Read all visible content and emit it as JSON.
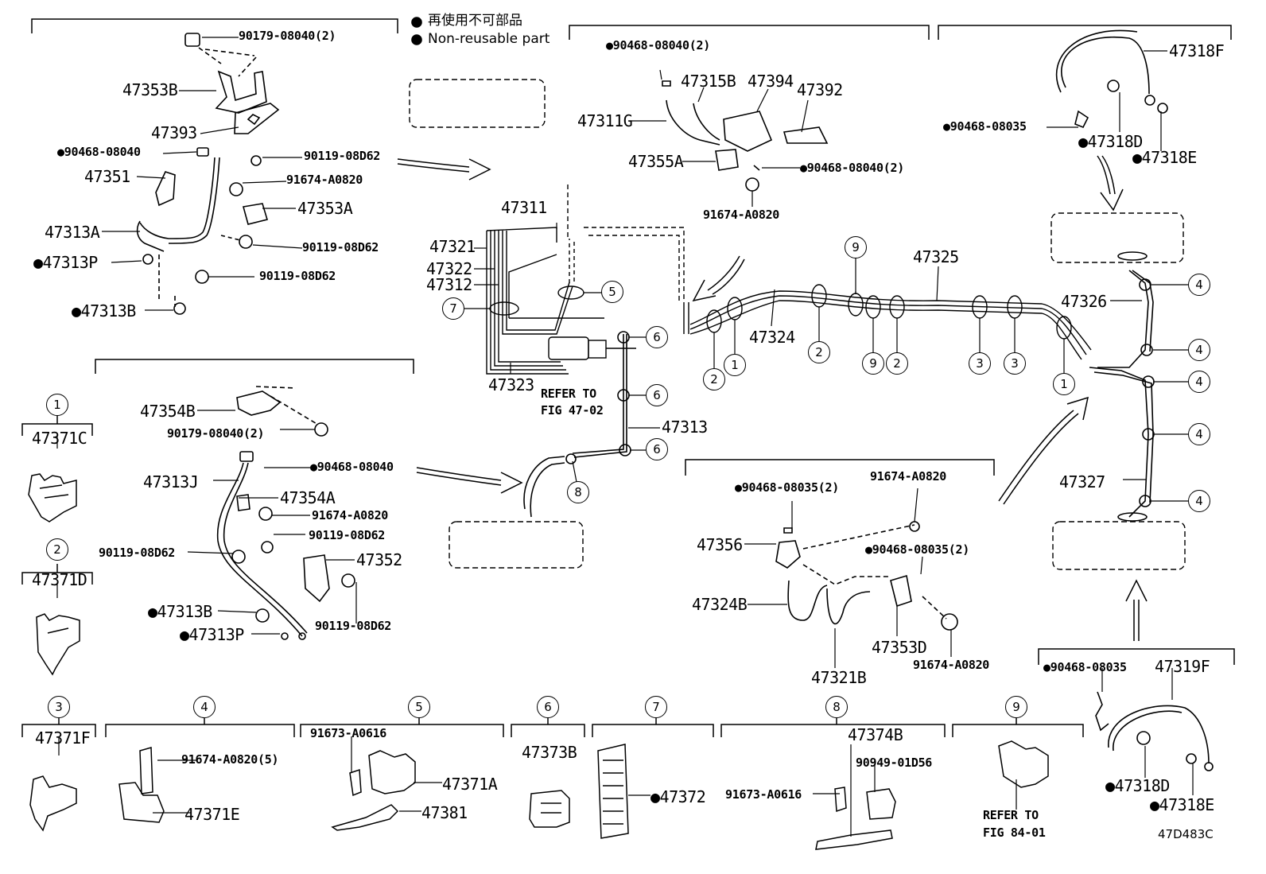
{
  "legend": {
    "jp": "再使用不可部品",
    "en": "Non-reusable part"
  },
  "labels": {
    "p90179_08040_2": "90179-08040(2)",
    "p47353B": "47353B",
    "p47393": "47393",
    "p90468_08040_a": "●90468-08040",
    "p90119_08D62_a": "90119-08D62",
    "p47351": "47351",
    "p91674_A0820_a": "91674-A0820",
    "p47353A": "47353A",
    "p47313A": "47313A",
    "p90119_08D62_b": "90119-08D62",
    "p47313P_a": "●47313P",
    "p90119_08D62_c": "90119-08D62",
    "p47313B_a": "●47313B",
    "p90468_08040_2a": "●90468-08040(2)",
    "p47315B": "47315B",
    "p47394": "47394",
    "p47392": "47392",
    "p47311G": "47311G",
    "p47355A": "47355A",
    "p90468_08040_2b": "●90468-08040(2)",
    "p91674_A0820_b": "91674-A0820",
    "p47318F_top": "47318F",
    "p90468_08035_a": "●90468-08035",
    "p47318D_top": "●47318D",
    "p47318E_top": "●47318E",
    "p47311": "47311",
    "p47321": "47321",
    "p47322": "47322",
    "p47312": "47312",
    "p47323": "47323",
    "refer1_l1": "REFER TO",
    "refer1_l2": "FIG 47-02",
    "p47313": "47313",
    "p47325": "47325",
    "p47324": "47324",
    "p47326": "47326",
    "p47327": "47327",
    "p47354B": "47354B",
    "p90179_08040_2b": "90179-08040(2)",
    "p47313J": "47313J",
    "p90468_08040_b": "●90468-08040",
    "p47354A": "47354A",
    "p91674_A0820_c": "91674-A0820",
    "p90119_08D62_d": "90119-08D62",
    "p90119_08D62_e": "90119-08D62",
    "p47352": "47352",
    "p47313B_b": "●47313B",
    "p47313P_b": "●47313P",
    "p90119_08D62_f": "90119-08D62",
    "p90468_08035_2a": "●90468-08035(2)",
    "p91674_A0820_d": "91674-A0820",
    "p47356": "47356",
    "p90468_08035_2b": "●90468-08035(2)",
    "p47324B": "47324B",
    "p47353D": "47353D",
    "p91674_A0820_e": "91674-A0820",
    "p47321B": "47321B",
    "p90468_08035_b": "●90468-08035",
    "p47319F": "47319F",
    "p47318D_bot": "●47318D",
    "p47318E_bot": "●47318E",
    "p47371C": "47371C",
    "p47371D": "47371D",
    "p47371F": "47371F",
    "p91674_A0820_5": "91674-A0820(5)",
    "p47371E": "47371E",
    "p91673_A0616_a": "91673-A0616",
    "p47371A": "47371A",
    "p47381": "47381",
    "p47373B": "47373B",
    "p47372": "●47372",
    "p47374B": "47374B",
    "p90949_01D56": "90949-01D56",
    "p91673_A0616_b": "91673-A0616",
    "refer2_l1": "REFER TO",
    "refer2_l2": "FIG 84-01",
    "code": "47D483C"
  },
  "circles": {
    "c1": "1",
    "c2": "2",
    "c3": "3",
    "c4": "4",
    "c5": "5",
    "c6": "6",
    "c7": "7",
    "c8": "8",
    "c9": "9"
  }
}
